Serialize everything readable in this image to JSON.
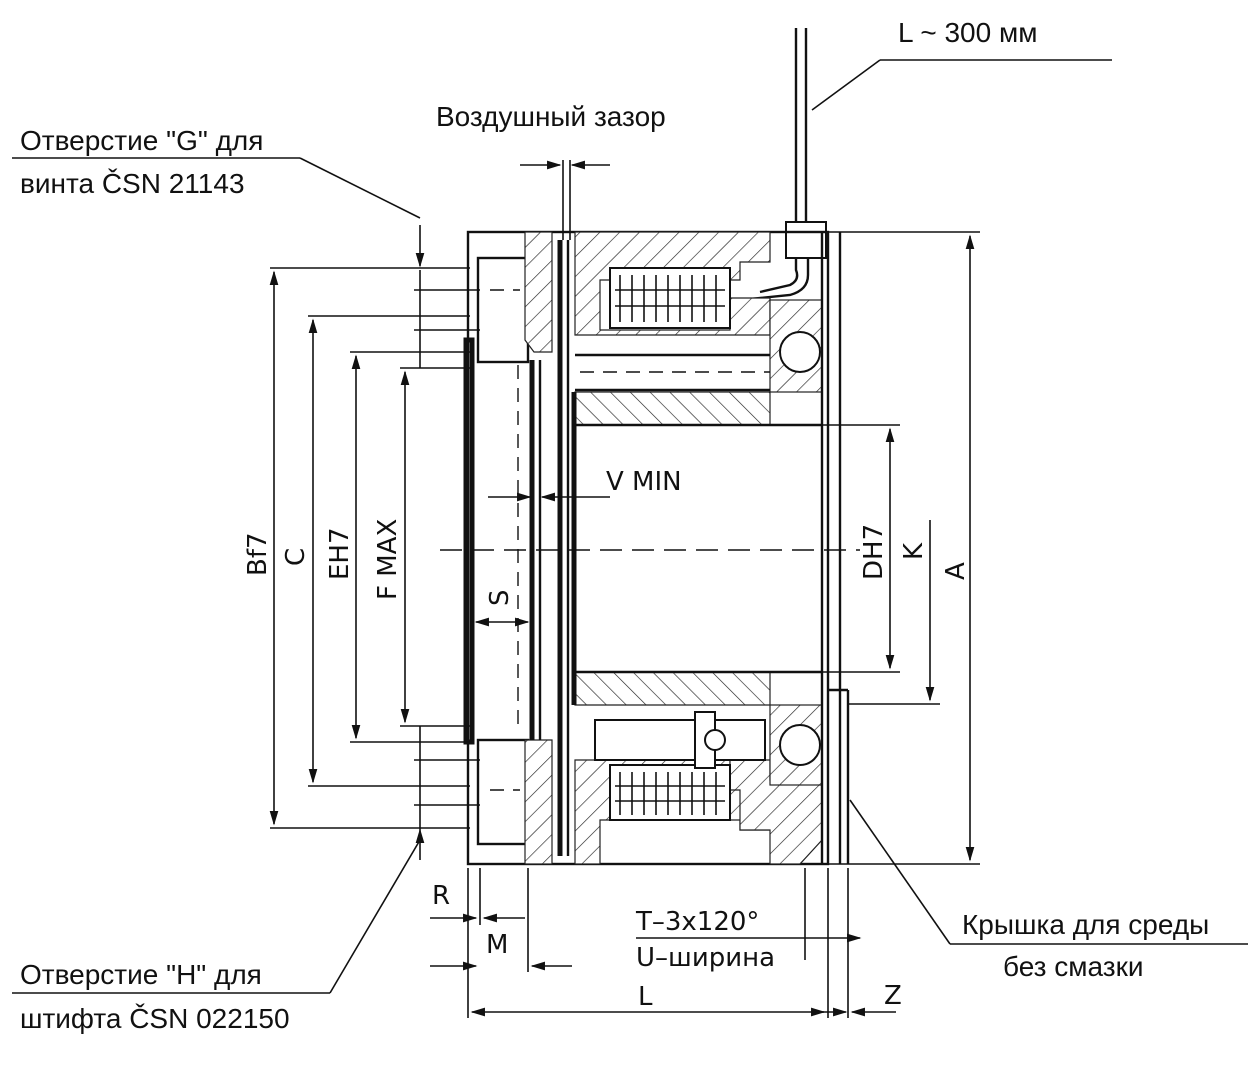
{
  "labels": {
    "cable_length": "L ~ 300 мм",
    "air_gap": "Воздушный зазор",
    "hole_g_line1": "Отверстие \"G\" для",
    "hole_g_line2": "винта ČSN 21143",
    "hole_h_line1": "Отверстие \"H\" для",
    "hole_h_line2": "штифта ČSN 022150",
    "cover_line1": "Крышка для среды",
    "cover_line2": "без смазки"
  },
  "dimensions": {
    "bf7": "Bf7",
    "c": "C",
    "eh7": "EH7",
    "f_max": "F MAX",
    "s": "S",
    "v_min": "V MIN",
    "dh7": "DH7",
    "k": "K",
    "a": "A",
    "r": "R",
    "m": "M",
    "l": "L",
    "z": "Z",
    "t": "T–3x120°",
    "u": "U–ширина"
  }
}
